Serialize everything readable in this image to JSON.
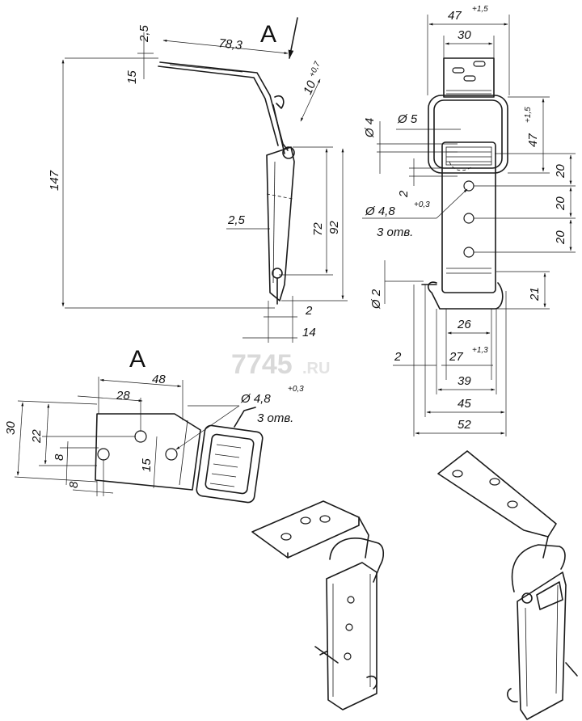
{
  "watermark": {
    "main": "7745",
    "suffix": ".RU"
  },
  "side_view": {
    "dims": {
      "d2_5_top": "2,5",
      "d78_3": "78,3",
      "d15": "15",
      "d10": "10",
      "d10_tol": "+0,7",
      "d147": "147",
      "d2_5_mid": "2,5",
      "d72": "72",
      "d92": "92",
      "d2": "2",
      "d14": "14"
    },
    "arrow_label": "A"
  },
  "front_view": {
    "dims": {
      "d47_top": "47",
      "d47_top_tol": "+1,5",
      "d30": "30",
      "d_hole4": "Ø 4",
      "d_hole5": "Ø 5",
      "d47_right": "47",
      "d47_right_tol": "+1,5",
      "d20_a": "20",
      "d20_b": "20",
      "d20_c": "20",
      "d2_left": "2",
      "d_hole48": "Ø 4,8",
      "d_hole48_tol": "+0,3",
      "holes_note": "3 отв.",
      "d_hole2": "Ø 2",
      "d21": "21",
      "d26": "26",
      "d2_bottom": "2",
      "d27": "27",
      "d27_tol": "+1,3",
      "d39": "39",
      "d45": "45",
      "d52": "52"
    }
  },
  "view_a": {
    "label": "A",
    "dims": {
      "d48": "48",
      "d28": "28",
      "d30": "30",
      "d22": "22",
      "d8_v": "8",
      "d8_h": "8",
      "d15": "15",
      "d_hole48": "Ø 4,8",
      "d_hole48_tol": "+0,3",
      "holes_note": "3 отв."
    }
  }
}
